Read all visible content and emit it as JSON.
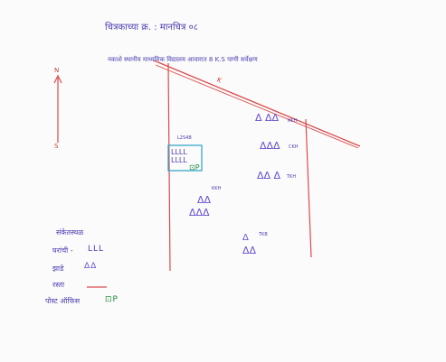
{
  "title": "चित्रकाच्या क्र. : मानचित्र ०८",
  "subtitle": "नकाशे स्थानीय माध्यमिक विद्यालय आवारात 8 K.S पाणी सर्वेक्षण",
  "compass": {
    "north": "N",
    "south": "S"
  },
  "map_labels": {
    "road_mark": "K",
    "block_a": "L2S4B",
    "block_b": "KKH",
    "block_c": "KKH",
    "block_d": "CKH",
    "block_e": "TKH",
    "block_f": "TKB",
    "post_office": "P"
  },
  "legend": {
    "title": "संकेतस्थळ",
    "items": [
      {
        "label": "घरांची -",
        "symbol": "LLL"
      },
      {
        "label": "झाडे",
        "symbol": "ΔΔ"
      },
      {
        "label": "रस्ता",
        "symbol": ""
      },
      {
        "label": "पोस्ट ऑफिस",
        "symbol": "⊡P"
      }
    ]
  },
  "colors": {
    "ink_blue": "#4b3fb0",
    "tree_purple": "#6a4fd0",
    "road_red": "#d94b4b",
    "building_box": "#38a6c9",
    "post_green": "#1f8a3a"
  }
}
